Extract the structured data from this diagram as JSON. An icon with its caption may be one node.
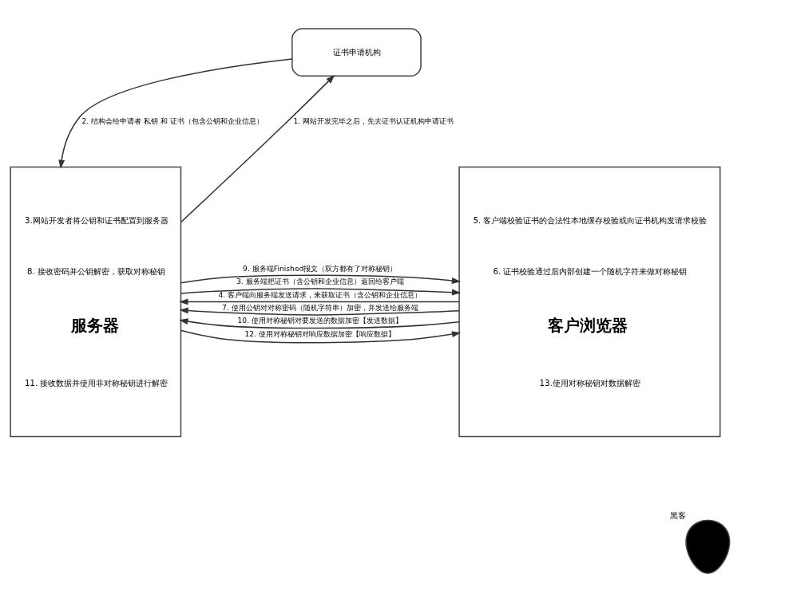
{
  "diagram": {
    "nodes": [
      {
        "text": [
          "证书申请机构"
        ]
      },
      {
        "text": [
          "5. 客户端校验证书的合法性本地缓存校验或向证书机构发请求校验",
          "6. 证书校验通过后内部创建一个随机字符来做对称秘钥",
          "客户浏览器",
          "13.使用对称秘钥对数据解密"
        ]
      },
      {
        "text": [
          "3.网站开发者将公钥和证书配置到服务器",
          "8. 接收密码并公钥解密，获取对称秘钥",
          "服务器",
          "11. 接收数据并使用非对称秘钥进行解密"
        ]
      },
      {
        "text": [],
        "shape": "person",
        "beside": [
          "黑客"
        ]
      }
    ],
    "edges": [
      {
        "from": 2,
        "to": 0,
        "arrow": "to",
        "label": "1. 网站开发完毕之后，先去证书认证机构申请证书"
      },
      {
        "from": 0,
        "to": 2,
        "arrow": "to",
        "label": "2. 结构会给申请者 私钥 和 证书（包含公钥和企业信息）"
      },
      {
        "from": 1,
        "to": 2,
        "arrow": "to",
        "label": "4. 客户端向服务端发送请求，来获取证书（含公钥和企业信息）"
      },
      {
        "from": 2,
        "to": 1,
        "arrow": "to",
        "label": "3. 服务端把证书（含公钥和企业信息）返回给客户端"
      },
      {
        "from": 1,
        "to": 2,
        "arrow": "to",
        "label": "7. 使用公钥对对称密码（随机字符串）加密，并发送给服务端"
      },
      {
        "from": 2,
        "to": 1,
        "arrow": "to",
        "label": "9. 服务端Finished报文（双方都有了对称秘钥）"
      },
      {
        "from": 1,
        "to": 2,
        "arrow": "to",
        "label": "10. 使用对称秘钥对要发送的数据加密【发送数据】"
      },
      {
        "from": 2,
        "to": 1,
        "arrow": "to",
        "label": "12. 使用对称秘钥对响应数据加密【响应数据】"
      }
    ]
  }
}
